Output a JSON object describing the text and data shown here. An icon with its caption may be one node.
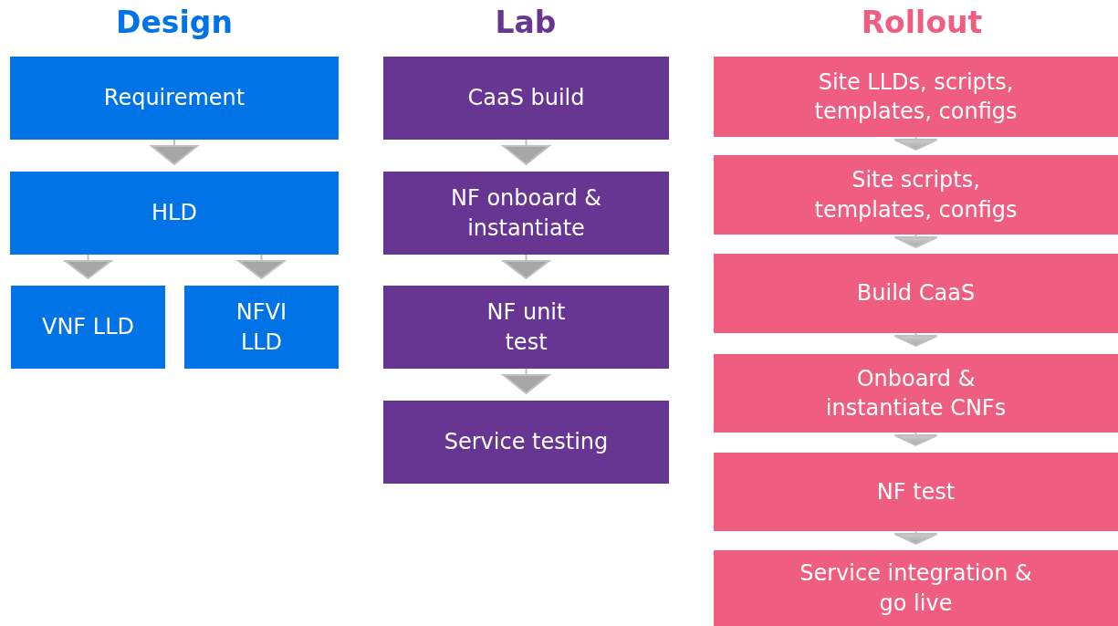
{
  "diagram": {
    "nodes": [
      {
        "text": [
          "Requirement"
        ]
      },
      {
        "text": [
          "HLD"
        ]
      },
      {
        "text": [
          "VNF LLD"
        ]
      },
      {
        "text": [
          "NFVI LLD"
        ]
      },
      {
        "text": [
          "CaaS build"
        ]
      },
      {
        "text": [
          "NF onboard & instantiate"
        ]
      },
      {
        "text": [
          "NF unit test"
        ]
      },
      {
        "text": [
          "Service testing"
        ]
      },
      {
        "text": [
          "Site LLDs, scripts, templates, configs"
        ]
      },
      {
        "text": [
          "Site scripts, templates, configs"
        ]
      },
      {
        "text": [
          "Build CaaS"
        ]
      },
      {
        "text": [
          "Onboard & instantiate CNFs"
        ]
      },
      {
        "text": [
          "NF test"
        ]
      },
      {
        "text": [
          "Service integration & go live"
        ]
      }
    ],
    "edges": [
      {
        "from": 0,
        "to": 1,
        "arrow": "to"
      },
      {
        "from": 1,
        "to": 2,
        "arrow": "to"
      },
      {
        "from": 1,
        "to": 3,
        "arrow": "to"
      },
      {
        "from": 4,
        "to": 5,
        "arrow": "to"
      },
      {
        "from": 5,
        "to": 6,
        "arrow": "to"
      },
      {
        "from": 6,
        "to": 7,
        "arrow": "to"
      },
      {
        "from": 8,
        "to": 9,
        "arrow": "to"
      },
      {
        "from": 9,
        "to": 10,
        "arrow": "to"
      },
      {
        "from": 10,
        "to": 11,
        "arrow": "to"
      },
      {
        "from": 11,
        "to": 12,
        "arrow": "to"
      },
      {
        "from": 12,
        "to": 13,
        "arrow": "to"
      }
    ],
    "labels": [
      "Design",
      "Lab",
      "Rollout"
    ]
  }
}
